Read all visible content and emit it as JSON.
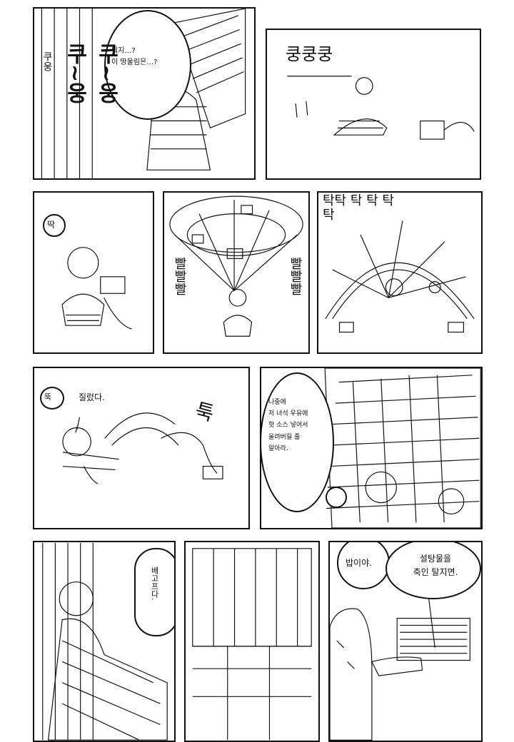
{
  "panels": {
    "p1": {
      "speech": "뭐지…?\n이 땅울림은…?",
      "sfx_big": "쿠~웅\n쿠~웅",
      "sfx_small": "쿠웅"
    },
    "p2": {
      "sfx": "쿵쿵쿵"
    },
    "p3": {
      "sfx": "딱"
    },
    "p4": {
      "sfx_left": "빨빨빨",
      "sfx_right": "빨빨빨"
    },
    "p5": {
      "sfx": "탁탁 탁 탁 탁\n탁"
    },
    "p6": {
      "sfx_small": "뚝",
      "caption": "질렀다.",
      "sfx_big": "툭"
    },
    "p7": {
      "speech": "나중에\n저 녀석 우유에\n핫 소스 넣어서\n울려버릴 줄\n알아라."
    },
    "p8": {
      "speech": "배고프다."
    },
    "p10": {
      "speech": "밥이야."
    },
    "p11": {
      "speech": "설탕물을\n축인 탈지면."
    }
  },
  "colors": {
    "ink": "#111111",
    "paper": "#ffffff"
  }
}
